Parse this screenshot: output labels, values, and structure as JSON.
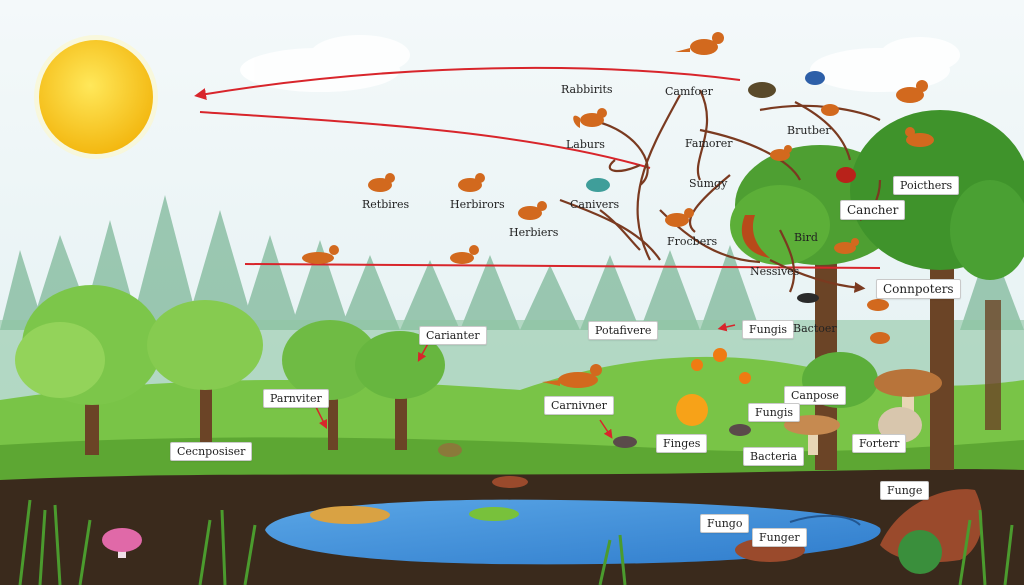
{
  "labels": {
    "rabbits": "Rabbirits",
    "camfoer": "Camfoer",
    "laburs": "Laburs",
    "bruther": "Brutber",
    "famorer": "Famorer",
    "herbirors": "Herbirors",
    "rebbires": "Retbires",
    "canivers": "Canivers",
    "sumgy": "Sumgy",
    "herbiers": "Herbiers",
    "frocbers": "Frocbers",
    "bird": "Bird",
    "nessives": "Nessives",
    "poicthers": "Poicthers",
    "cancher": "Cancher",
    "connpoters": "Connpoters",
    "fungis": "Fungis",
    "bactoer": "Bactoer",
    "carianter": "Carianter",
    "potafivere": "Potafivere",
    "parnviter": "Parnviter",
    "carnivner": "Carnivner",
    "cecnposiser": "Cecnposiser",
    "canpose": "Canpose",
    "fungis2": "Fungis",
    "finges": "Finges",
    "forterr": "Forterr",
    "bacteria": "Bacteria",
    "funge": "Funge",
    "fungo": "Fungo",
    "funger": "Funger"
  },
  "colors": {
    "sky": "#eef6f7",
    "sun": "#f7c51c",
    "grass": "#6bbd3a",
    "soil": "#3a2a1c",
    "water": "#3d8fd6",
    "red_arrow": "#d8252b",
    "brown_arrow": "#7a3a20",
    "animal": "#d2691e"
  }
}
